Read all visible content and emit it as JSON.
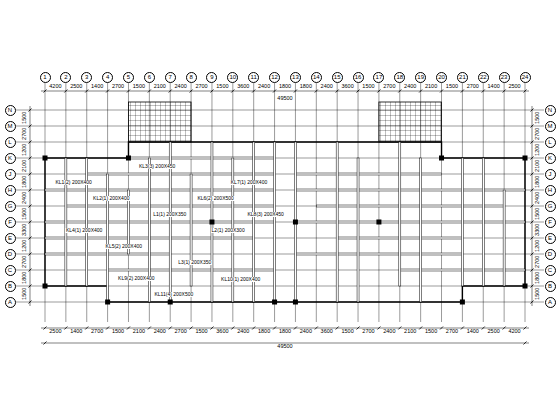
{
  "diagram": {
    "nodes": [
      {
        "text": [
          "1"
        ]
      },
      {
        "text": [
          "2"
        ]
      },
      {
        "text": [
          "3"
        ]
      },
      {
        "text": [
          "4"
        ]
      },
      {
        "text": [
          "5"
        ]
      },
      {
        "text": [
          "6"
        ]
      },
      {
        "text": [
          "7"
        ]
      },
      {
        "text": [
          "8"
        ]
      },
      {
        "text": [
          "9"
        ]
      },
      {
        "text": [
          "10"
        ]
      },
      {
        "text": [
          "11"
        ]
      },
      {
        "text": [
          "12"
        ]
      },
      {
        "text": [
          "13"
        ]
      },
      {
        "text": [
          "14"
        ]
      },
      {
        "text": [
          "15"
        ]
      },
      {
        "text": [
          "16"
        ]
      },
      {
        "text": [
          "17"
        ]
      },
      {
        "text": [
          "18"
        ]
      },
      {
        "text": [
          "19"
        ]
      },
      {
        "text": [
          "20"
        ]
      },
      {
        "text": [
          "21"
        ]
      },
      {
        "text": [
          "22"
        ]
      },
      {
        "text": [
          "23"
        ]
      },
      {
        "text": [
          "24"
        ]
      },
      {
        "text": [
          "N"
        ]
      },
      {
        "text": [
          "M"
        ]
      },
      {
        "text": [
          "L"
        ]
      },
      {
        "text": [
          "K"
        ]
      },
      {
        "text": [
          "J"
        ]
      },
      {
        "text": [
          "H"
        ]
      },
      {
        "text": [
          "G"
        ]
      },
      {
        "text": [
          "F"
        ]
      },
      {
        "text": [
          "E"
        ]
      },
      {
        "text": [
          "D"
        ]
      },
      {
        "text": [
          "C"
        ]
      },
      {
        "text": [
          "B"
        ]
      },
      {
        "text": [
          "A"
        ]
      },
      {
        "text": [
          "N"
        ]
      },
      {
        "text": [
          "M"
        ]
      },
      {
        "text": [
          "L"
        ]
      },
      {
        "text": [
          "K"
        ]
      },
      {
        "text": [
          "J"
        ]
      },
      {
        "text": [
          "H"
        ]
      },
      {
        "text": [
          "G"
        ]
      },
      {
        "text": [
          "F"
        ]
      },
      {
        "text": [
          "E"
        ]
      },
      {
        "text": [
          "D"
        ]
      },
      {
        "text": [
          "C"
        ]
      },
      {
        "text": [
          "B"
        ]
      },
      {
        "text": [
          "A"
        ]
      }
    ],
    "labels": [
      "4200",
      "2500",
      "1400",
      "2700",
      "1500",
      "2100",
      "2400",
      "2700",
      "1500",
      "3600",
      "2400",
      "1800",
      "1800",
      "2400",
      "3600",
      "1500",
      "2700",
      "2400",
      "2100",
      "1500",
      "2700",
      "1400",
      "2500",
      "49500",
      "2500",
      "1400",
      "2700",
      "1500",
      "2100",
      "2400",
      "2700",
      "1500",
      "3600",
      "2400",
      "1800",
      "1800",
      "2400",
      "3600",
      "1500",
      "2700",
      "2400",
      "2100",
      "1500",
      "2700",
      "1400",
      "2500",
      "4200",
      "49500",
      "1500",
      "2700",
      "1200",
      "2100",
      "1800",
      "2400",
      "1500",
      "3300",
      "1200",
      "2700",
      "1800",
      "1500",
      "1500",
      "2700",
      "1200",
      "2100",
      "1800",
      "2400",
      "1500",
      "3300",
      "1200",
      "2700",
      "1800",
      "1500",
      "KL1(2) 200X400",
      "KL2(1) 200X400",
      "KL3(3) 200X450",
      "KL4(1) 200X400",
      "KL5(2) 200X400",
      "L1(1) 200X350",
      "KL6(2) 200X500",
      "KL7(1) 200X400",
      "L2(1) 200X300",
      "KL8(3) 200X450",
      "KL9(2) 200X400",
      "L3(1) 200X350",
      "KL10(1) 200X400",
      "KL11(4) 200X500"
    ]
  }
}
